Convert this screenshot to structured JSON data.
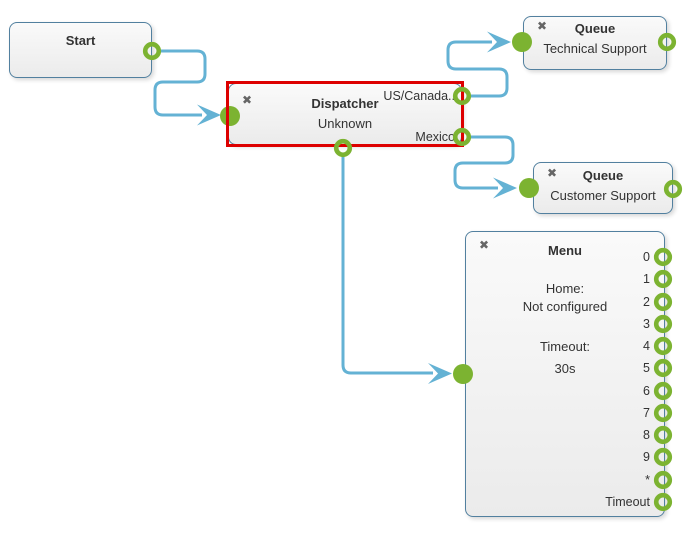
{
  "colors": {
    "wire_blue": "#64b2d4",
    "port_green": "#7cb331",
    "node_border": "#52809f",
    "selection_red": "#dd0000",
    "node_fill_top": "#fafafa",
    "node_fill_bottom": "#ebebeb",
    "text_dark": "#333333",
    "close_gray": "#666666"
  },
  "icons": {
    "close": "✖"
  },
  "nodes": {
    "start": {
      "title": "Start"
    },
    "dispatcher": {
      "title": "Dispatcher",
      "subtitle": "Unknown",
      "selected": true,
      "right_ports": [
        "US/Canada..",
        "Mexico"
      ]
    },
    "queue_technical": {
      "title": "Queue",
      "subtitle": "Technical Support"
    },
    "queue_customer": {
      "title": "Queue",
      "subtitle": "Customer Support"
    },
    "menu": {
      "title": "Menu",
      "home_label": "Home:",
      "home_value": "Not configured",
      "timeout_label": "Timeout:",
      "timeout_value": "30s",
      "port_labels": [
        "0",
        "1",
        "2",
        "3",
        "4",
        "5",
        "6",
        "7",
        "8",
        "9",
        "*",
        "Timeout"
      ]
    }
  }
}
